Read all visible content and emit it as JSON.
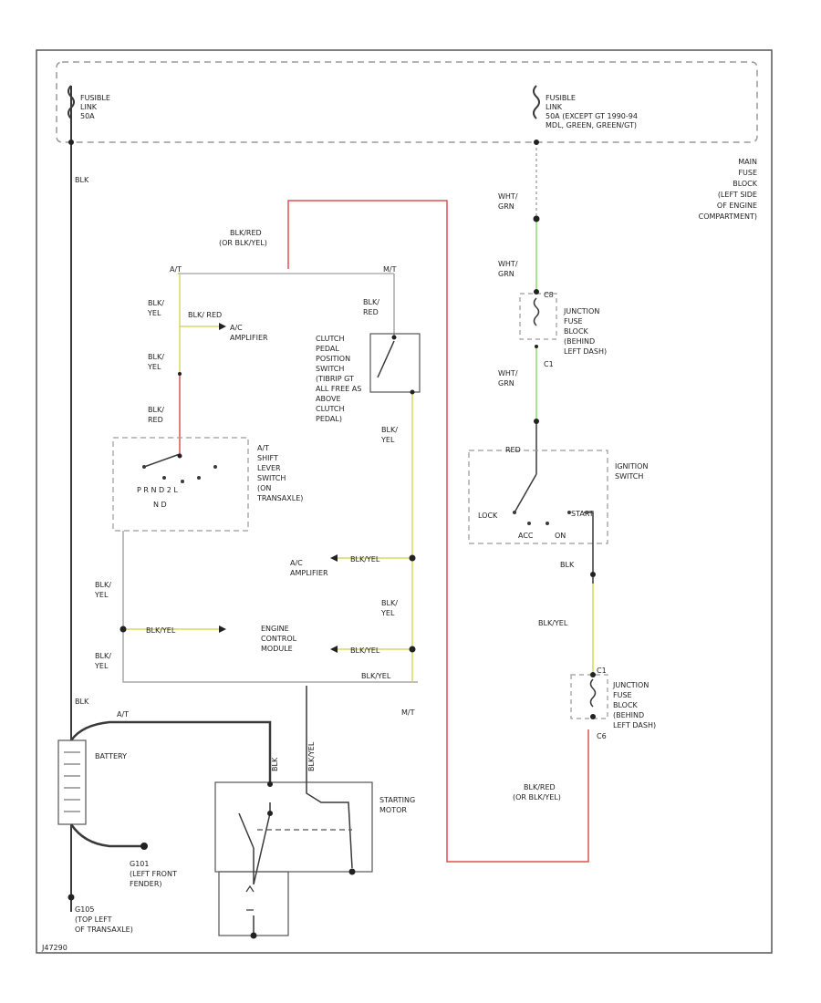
{
  "labels": {
    "fusible_link_left": [
      "FUSIBLE",
      "LINK",
      "50A"
    ],
    "fusible_link_right": [
      "FUSIBLE",
      "LINK",
      "50A  (EXCEPT GT 1990-94",
      "MDL, GREEN, GREEN/GT)"
    ],
    "main_fuse_block": [
      "MAIN",
      "FUSE",
      "BLOCK",
      "(LEFT SIDE",
      "OF ENGINE",
      "COMPARTMENT)"
    ],
    "wire_blk_red_or": [
      "BLK/RED",
      "(OR BLK/YEL)"
    ],
    "at_label": "A/T",
    "mt_label": "M/T",
    "wht_grn_1": [
      "WHT/",
      "GRN"
    ],
    "wht_grn_2": [
      "WHT/",
      "GRN"
    ],
    "wht_grn_3": [
      "WHT/",
      "GRN"
    ],
    "c_top_left": "C8",
    "c_top_right": "C1",
    "junction_fuse_top": [
      "JUNCTION",
      "FUSE",
      "BLOCK",
      "(BEHIND",
      "LEFT DASH)"
    ],
    "blk_yel_1": [
      "BLK/",
      "YEL"
    ],
    "blk_red_ac": "BLK/ RED",
    "ac_amplifier_1": [
      "A/C",
      "AMPLIFIER"
    ],
    "blk_yel_2": [
      "BLK/",
      "YEL"
    ],
    "blk_red_2": [
      "BLK/",
      "RED"
    ],
    "blk_red_3": [
      "BLK/",
      "RED"
    ],
    "clutch_switch": [
      "CLUTCH",
      "PEDAL",
      "POSITION",
      "SWITCH",
      "(TIBRIP GT",
      "ALL FREE AS",
      "ABOVE",
      "CLUTCH",
      "PEDAL)"
    ],
    "at_shift_switch": [
      "A/T",
      "SHIFT",
      "LEVER",
      "SWITCH",
      "(ON",
      "TRANSAXLE)"
    ],
    "blk_yel_3": [
      "BLK/",
      "YEL"
    ],
    "red_top": "RED",
    "ignition_switch": [
      "IGNITION",
      "SWITCH"
    ],
    "lock": "LOCK",
    "start": "START",
    "acc": "ACC",
    "on": "ON",
    "blk_yel_wire_ac": "BLK/YEL",
    "ac_amplifier_2": [
      "A/C",
      "AMPLIFIER"
    ],
    "blk_yel_4": [
      "BLK/",
      "YEL"
    ],
    "blk_yel_5": [
      "BLK/",
      "YEL"
    ],
    "blk_yel_ecm": "BLK/YEL",
    "engine_control_module": [
      "ENGINE",
      "CONTROL",
      "MODULE"
    ],
    "blk_yel_6": [
      "BLK/",
      "YEL"
    ],
    "blk_yel_wire_ecm2": "BLK/YEL",
    "blk_yel_bottom": "BLK/YEL",
    "blk_yel_right": "BLK/YEL",
    "wire_b_right": "BLK",
    "c_bottom_top": "C1",
    "junction_fuse_bottom": [
      "JUNCTION",
      "FUSE",
      "BLOCK",
      "(BEHIND",
      "LEFT DASH)"
    ],
    "c_bottom_bottom": "C6",
    "battery": "BATTERY",
    "at_bottom": "A/T",
    "blk_vertical": "BLK",
    "blk_yel_vertical": "BLK/YEL",
    "starting_motor": [
      "STARTING",
      "MOTOR"
    ],
    "wire_blk_red_or_bottom": [
      "BLK/RED",
      "(OR BLK/YEL)"
    ],
    "g_left_front": [
      "G101",
      "(LEFT FRONT",
      "FENDER)"
    ],
    "g_trans": [
      "G105",
      "(TOP LEFT",
      "OF TRANSAXLE)"
    ],
    "blk_left_top": "BLK",
    "blk_left_bottom": "BLK",
    "figure_id": "J47290"
  },
  "colors": {
    "wire_gray": "#a8a8a8",
    "wire_dark": "#3a3a3a",
    "wire_red": "#e05050",
    "wire_green": "#88dd66",
    "wire_yellow": "#d8d860",
    "dash": "#9a9a9a"
  }
}
